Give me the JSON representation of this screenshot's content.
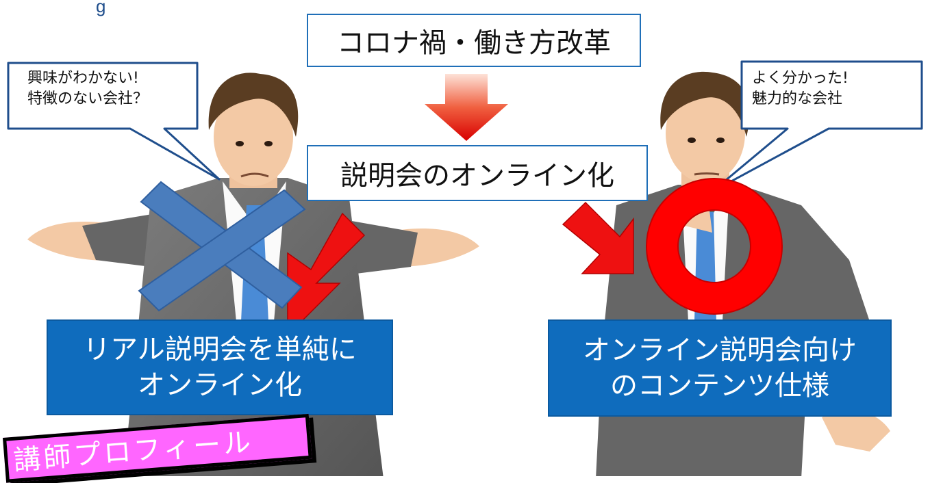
{
  "top_box": {
    "text": "コロナ禍・働き方改革"
  },
  "middle_box": {
    "text": "説明会のオンライン化"
  },
  "left_bubble": {
    "line1": "興味がわかない!",
    "line2": "特徴のない会社？"
  },
  "right_bubble": {
    "line1": "よく分かった!",
    "line2": "魅力的な会社"
  },
  "left_label": {
    "line1": "リアル説明会を単純に",
    "line2": "オンライン化"
  },
  "right_label": {
    "line1": "オンライン説明会向け",
    "line2": "のコンテンツ仕様"
  },
  "profile_tag": {
    "text": "講師プロフィール"
  },
  "marks": {
    "left": "cross-mark",
    "right": "circle-mark"
  },
  "colors": {
    "accent_blue": "#0f6cbd",
    "box_border": "#1f6fb8",
    "arrow_red": "#ee1111",
    "cross_blue": "#4a7dbd",
    "circle_red": "#ff0000",
    "profile_pink": "#ff66ff"
  }
}
